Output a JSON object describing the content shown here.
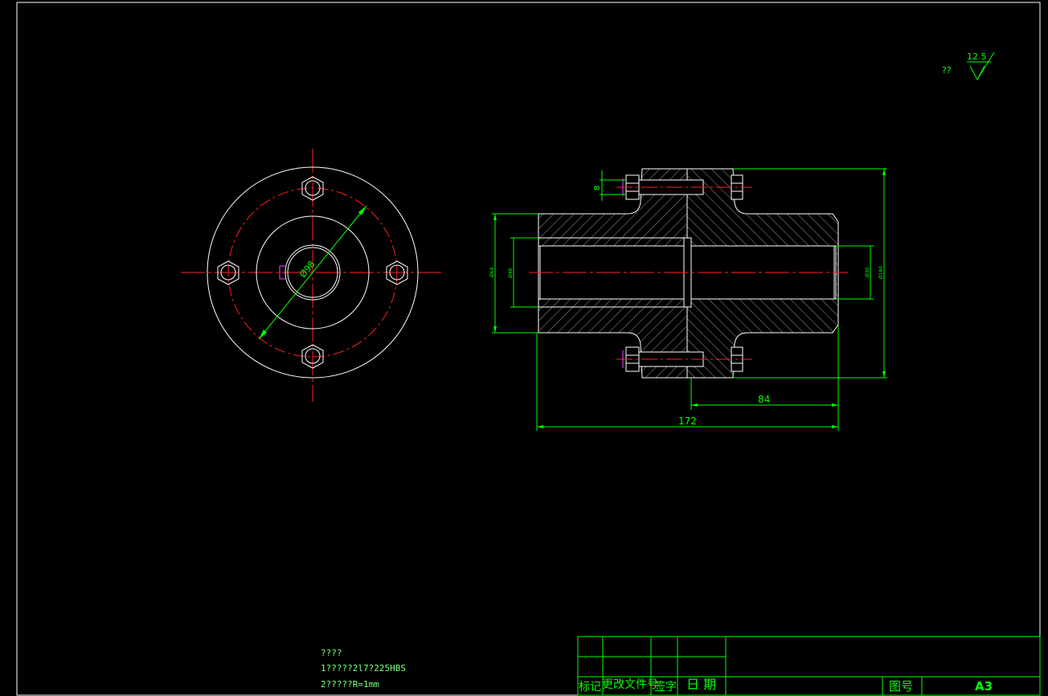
{
  "roughness": {
    "value": "12.5",
    "prefix": "??"
  },
  "dimensions": {
    "d98": "Ø98",
    "len84": "84",
    "len172": "172",
    "bolt8": "8",
    "left_outer": "Ø68",
    "left_inner": "Ø48",
    "right_inner": "Ø30",
    "right_outer": "Ø180"
  },
  "notes": {
    "title": "????",
    "line1": "1?????2l7?225HBS",
    "line2": "2?????R=1mm"
  },
  "title_block": {
    "mark": "标记",
    "change_doc": "更改文件号",
    "sign": "签字",
    "date": "日 期",
    "drawing_no_label": "图号",
    "sheet_size": "A3"
  },
  "colors": {
    "white": "#ffffff",
    "green": "#00ff00",
    "red": "#ff2020",
    "magenta": "#ff40ff",
    "background": "#000000"
  }
}
